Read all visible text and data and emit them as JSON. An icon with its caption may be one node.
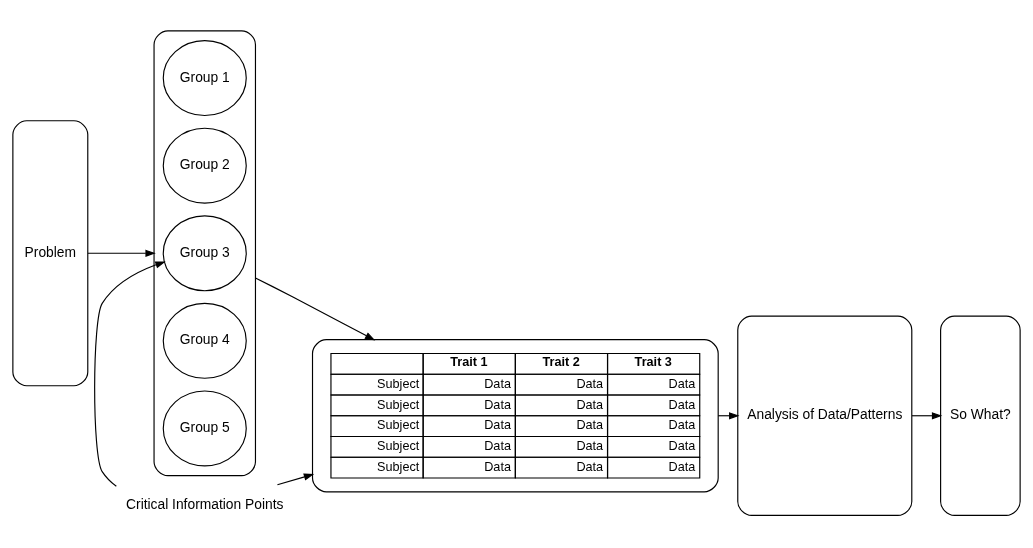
{
  "diagram": {
    "nodes": [
      {
        "text": [
          "Problem"
        ]
      },
      {
        "text": [],
        "shape": "box"
      },
      {
        "text": [
          "Group 1"
        ],
        "in": 1
      },
      {
        "text": [
          "Group 2"
        ],
        "in": 1
      },
      {
        "text": [
          "Group 3"
        ],
        "in": 1
      },
      {
        "text": [
          "Group 4"
        ],
        "in": 1
      },
      {
        "text": [
          "Group 5"
        ],
        "in": 1
      },
      {
        "text": [],
        "shape": "box"
      },
      {
        "text": [
          "Analysis of Data/Patterns"
        ]
      },
      {
        "text": [
          "So What?"
        ]
      },
      {
        "text": [
          "Critical Information Points"
        ]
      }
    ],
    "edges": [
      {
        "from": 0,
        "to": 1,
        "arrow": "to"
      },
      {
        "from": 1,
        "to": 7,
        "arrow": "to"
      },
      {
        "from": 7,
        "to": 8,
        "arrow": "to"
      },
      {
        "from": 8,
        "to": 9,
        "arrow": "to"
      },
      {
        "from": 10,
        "to": 4,
        "arrow": "to"
      },
      {
        "from": 10,
        "to": 7,
        "arrow": "to"
      }
    ],
    "labels": [
      "Trait 1",
      "Trait 2",
      "Trait 3",
      "Subject",
      "Data",
      "Data",
      "Data",
      "Subject",
      "Data",
      "Data",
      "Data",
      "Subject",
      "Data",
      "Data",
      "Data",
      "Subject",
      "Data",
      "Data",
      "Data",
      "Subject",
      "Data",
      "Data",
      "Data"
    ]
  }
}
